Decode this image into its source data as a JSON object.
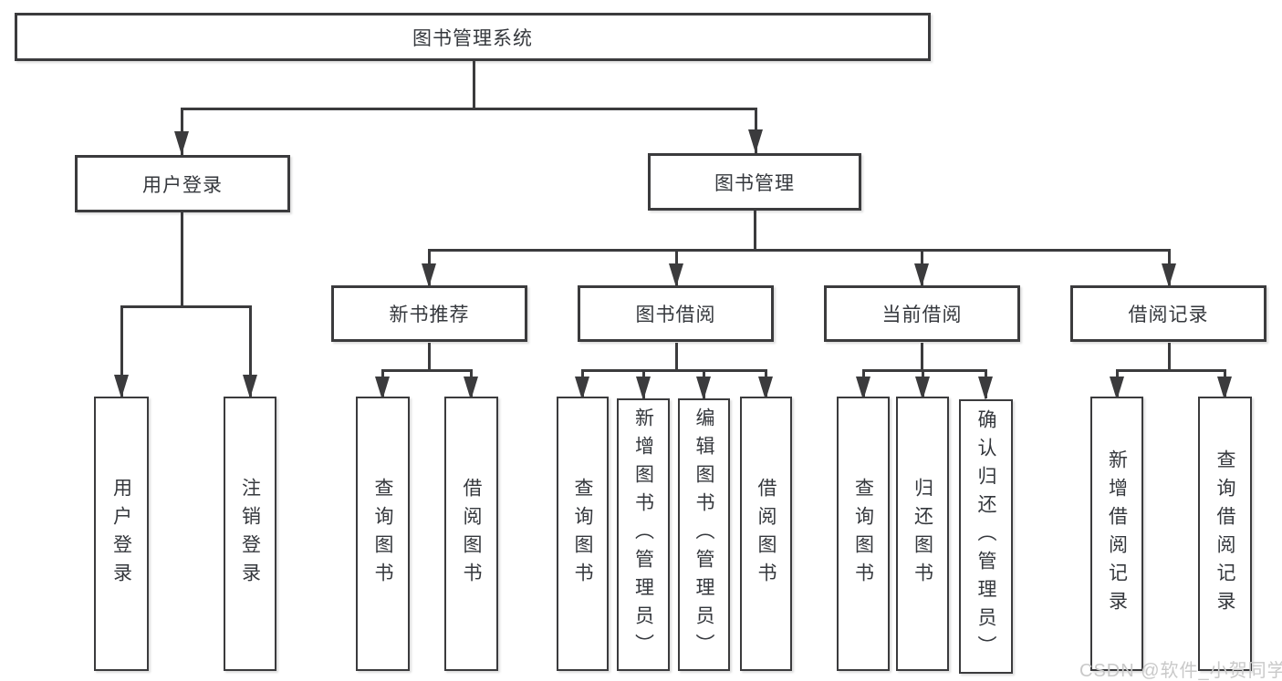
{
  "colors": {
    "line": "#3b3b3d",
    "text": "#35383d",
    "background": "#ffffff",
    "watermark": "#c9c9c9"
  },
  "nodes": {
    "root": {
      "label": "图书管理系统"
    },
    "level2": [
      {
        "label": "用户登录"
      },
      {
        "label": "图书管理"
      }
    ],
    "level3": [
      {
        "label": "新书推荐"
      },
      {
        "label": "图书借阅"
      },
      {
        "label": "当前借阅"
      },
      {
        "label": "借阅记录"
      }
    ],
    "leaves": [
      {
        "label": "用户登录"
      },
      {
        "label": "注销登录"
      },
      {
        "label": "查询图书"
      },
      {
        "label": "借阅图书"
      },
      {
        "label": "查询图书"
      },
      {
        "label": "新增图书（管理员）"
      },
      {
        "label": "编辑图书（管理员）"
      },
      {
        "label": "借阅图书"
      },
      {
        "label": "查询图书"
      },
      {
        "label": "归还图书"
      },
      {
        "label": "确认归还（管理员）"
      },
      {
        "label": "新增借阅记录"
      },
      {
        "label": "查询借阅记录"
      }
    ]
  },
  "watermark": {
    "text": "CSDN @软件_小贺同学"
  }
}
